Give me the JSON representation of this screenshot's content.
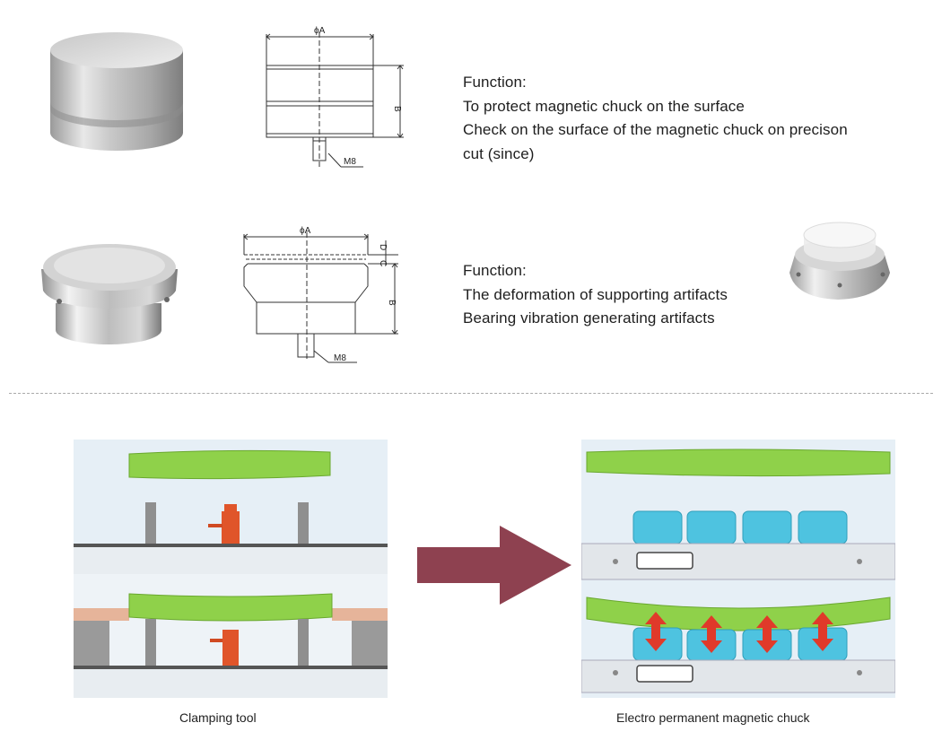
{
  "sections": [
    {
      "function_title": "Function:",
      "function_lines": [
        "To protect magnetic chuck on the surface",
        "Check on the surface of the magnetic chuck on precison",
        "cut (since)"
      ],
      "dims": {
        "diameter": "ϕA",
        "height": "B",
        "thread": "M8"
      }
    },
    {
      "function_title": "Function:",
      "function_lines": [
        "The deformation of supporting artifacts",
        "Bearing vibration generating artifacts"
      ],
      "dims": {
        "diameter": "ϕA",
        "d": "D",
        "c": "C",
        "height": "B",
        "thread": "M8"
      }
    }
  ],
  "captions": {
    "left": "Clamping  tool",
    "right": "Electro  permanent  magnetic  chuck"
  },
  "colors": {
    "workpiece": "#8fd14a",
    "pole": "#4ec3e0",
    "arrow": "#e03a2a",
    "jack": "#e0552a",
    "big_arrow": "#8e4150",
    "bg_panel": "#e6eff6"
  }
}
